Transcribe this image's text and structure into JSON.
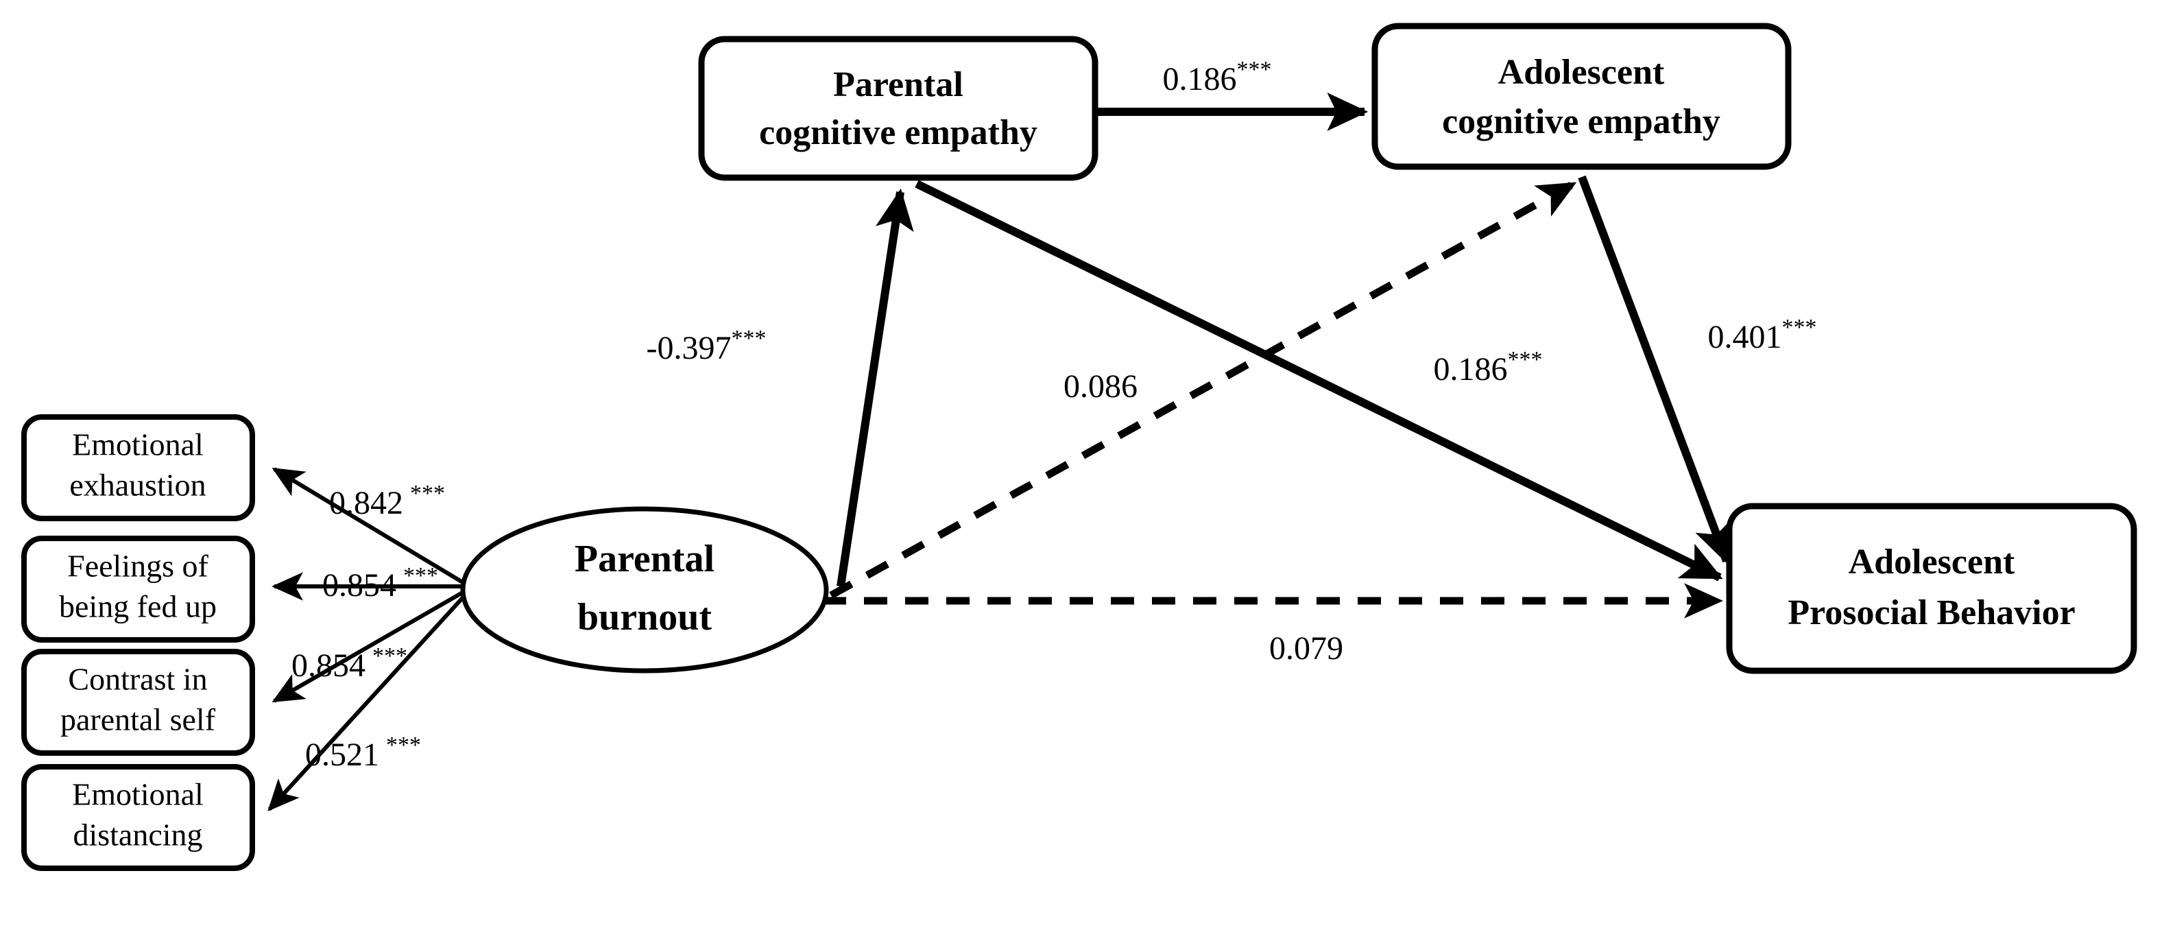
{
  "diagram": {
    "type": "path-diagram",
    "title": "",
    "latent_variables": [
      {
        "id": "parental-burnout",
        "label_line1": "Parental",
        "label_line2": "burnout",
        "shape": "ellipse"
      }
    ],
    "observed_variables": [
      {
        "id": "parental-cognitive-empathy",
        "label_line1": "Parental",
        "label_line2": "cognitive empathy",
        "shape": "rounded-rect"
      },
      {
        "id": "adolescent-cognitive-empathy",
        "label_line1": "Adolescent",
        "label_line2": "cognitive empathy",
        "shape": "rounded-rect"
      },
      {
        "id": "adolescent-prosocial-behavior",
        "label_line1": "Adolescent",
        "label_line2": "Prosocial Behavior",
        "shape": "rounded-rect"
      }
    ],
    "indicators": [
      {
        "id": "emotional-exhaustion",
        "label_line1": "Emotional",
        "label_line2": "exhaustion"
      },
      {
        "id": "feelings-of-being-fed-up",
        "label_line1": "Feelings of",
        "label_line2": "being fed up"
      },
      {
        "id": "contrast-in-parental-self",
        "label_line1": "Contrast in",
        "label_line2": "parental self"
      },
      {
        "id": "emotional-distancing",
        "label_line1": "Emotional",
        "label_line2": "distancing"
      }
    ],
    "loadings": [
      {
        "from": "parental-burnout",
        "to": "emotional-exhaustion",
        "value": "0.842",
        "stars": "***"
      },
      {
        "from": "parental-burnout",
        "to": "feelings-of-being-fed-up",
        "value": "0.854",
        "stars": "***"
      },
      {
        "from": "parental-burnout",
        "to": "contrast-in-parental-self",
        "value": "0.854",
        "stars": "***"
      },
      {
        "from": "parental-burnout",
        "to": "emotional-distancing",
        "value": "0.521",
        "stars": "***"
      }
    ],
    "paths": [
      {
        "from": "parental-burnout",
        "to": "parental-cognitive-empathy",
        "value": "-0.397",
        "stars": "***",
        "style": "solid"
      },
      {
        "from": "parental-cognitive-empathy",
        "to": "adolescent-cognitive-empathy",
        "value": "0.186",
        "stars": "***",
        "style": "solid"
      },
      {
        "from": "parental-cognitive-empathy",
        "to": "adolescent-prosocial-behavior",
        "value": "0.186",
        "stars": "***",
        "style": "solid"
      },
      {
        "from": "adolescent-cognitive-empathy",
        "to": "adolescent-prosocial-behavior",
        "value": "0.401",
        "stars": "***",
        "style": "solid"
      },
      {
        "from": "parental-burnout",
        "to": "adolescent-cognitive-empathy",
        "value": "0.086",
        "stars": "",
        "style": "dashed"
      },
      {
        "from": "parental-burnout",
        "to": "adolescent-prosocial-behavior",
        "value": "0.079",
        "stars": "",
        "style": "dashed"
      }
    ],
    "colors": {
      "stroke": "#000000",
      "fill": "#ffffff",
      "background": "#ffffff"
    }
  }
}
